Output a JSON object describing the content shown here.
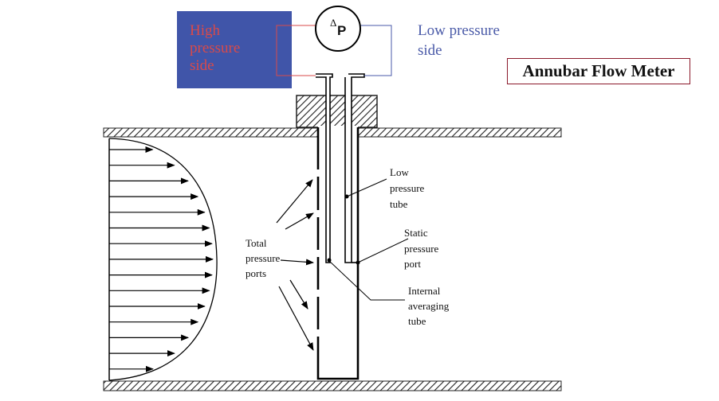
{
  "title": "Annubar Flow Meter",
  "high_side_label": "High\npressure\nside",
  "low_side_label": "Low pressure\nside",
  "gauge_symbol_delta": "Δ",
  "gauge_symbol_p": "P",
  "labels": {
    "low_pressure_tube": [
      "Low",
      "pressure",
      "tube"
    ],
    "static_pressure_port": [
      "Static",
      "pressure",
      "port"
    ],
    "total_pressure_ports": [
      "Total",
      "pressure",
      "ports"
    ],
    "internal_averaging_tube": [
      "Internal",
      "averaging",
      "tube"
    ]
  },
  "colors": {
    "high_side_box": "#4055a9",
    "high_side_text": "#d94a4a",
    "low_side_text": "#4a5aa8",
    "title_border": "#8b1a2b",
    "red_line": "#d94a4a",
    "blue_line": "#4a5aa8"
  }
}
